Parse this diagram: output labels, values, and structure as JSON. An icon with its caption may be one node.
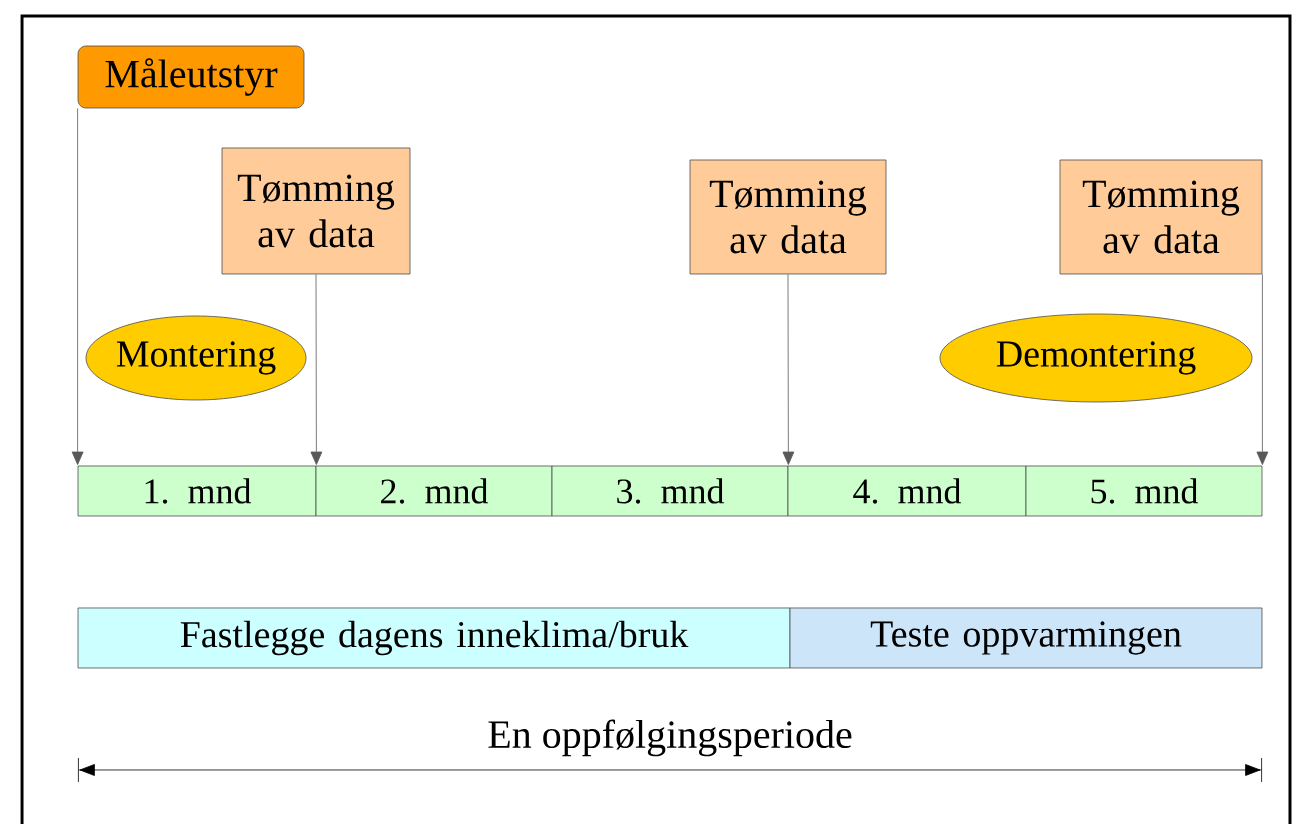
{
  "diagram": {
    "nodes": [
      {
        "text": [
          "Måleutstyr"
        ]
      },
      {
        "text": [
          "Tømming av data"
        ]
      },
      {
        "text": [
          "Tømming av data"
        ]
      },
      {
        "text": [
          "Tømming av data"
        ]
      },
      {
        "text": [
          "Montering"
        ]
      },
      {
        "text": [
          "Demontering"
        ]
      },
      {
        "text": [
          "1. mnd"
        ]
      },
      {
        "text": [
          "2. mnd"
        ]
      },
      {
        "text": [
          "3. mnd"
        ]
      },
      {
        "text": [
          "4. mnd"
        ]
      },
      {
        "text": [
          "5. mnd"
        ]
      },
      {
        "text": [
          "Fastlegge dagens inneklima/bruk"
        ]
      },
      {
        "text": [
          "Teste oppvarmingen"
        ]
      }
    ],
    "edges": [
      {
        "from": 0,
        "to": 6,
        "arrow": "to"
      },
      {
        "from": 1,
        "to": 6,
        "arrow": "to"
      },
      {
        "from": 2,
        "to": 8,
        "arrow": "to"
      },
      {
        "from": 3,
        "to": 10,
        "arrow": "to"
      }
    ],
    "labels": [
      "En oppfølgingsperiode"
    ]
  }
}
